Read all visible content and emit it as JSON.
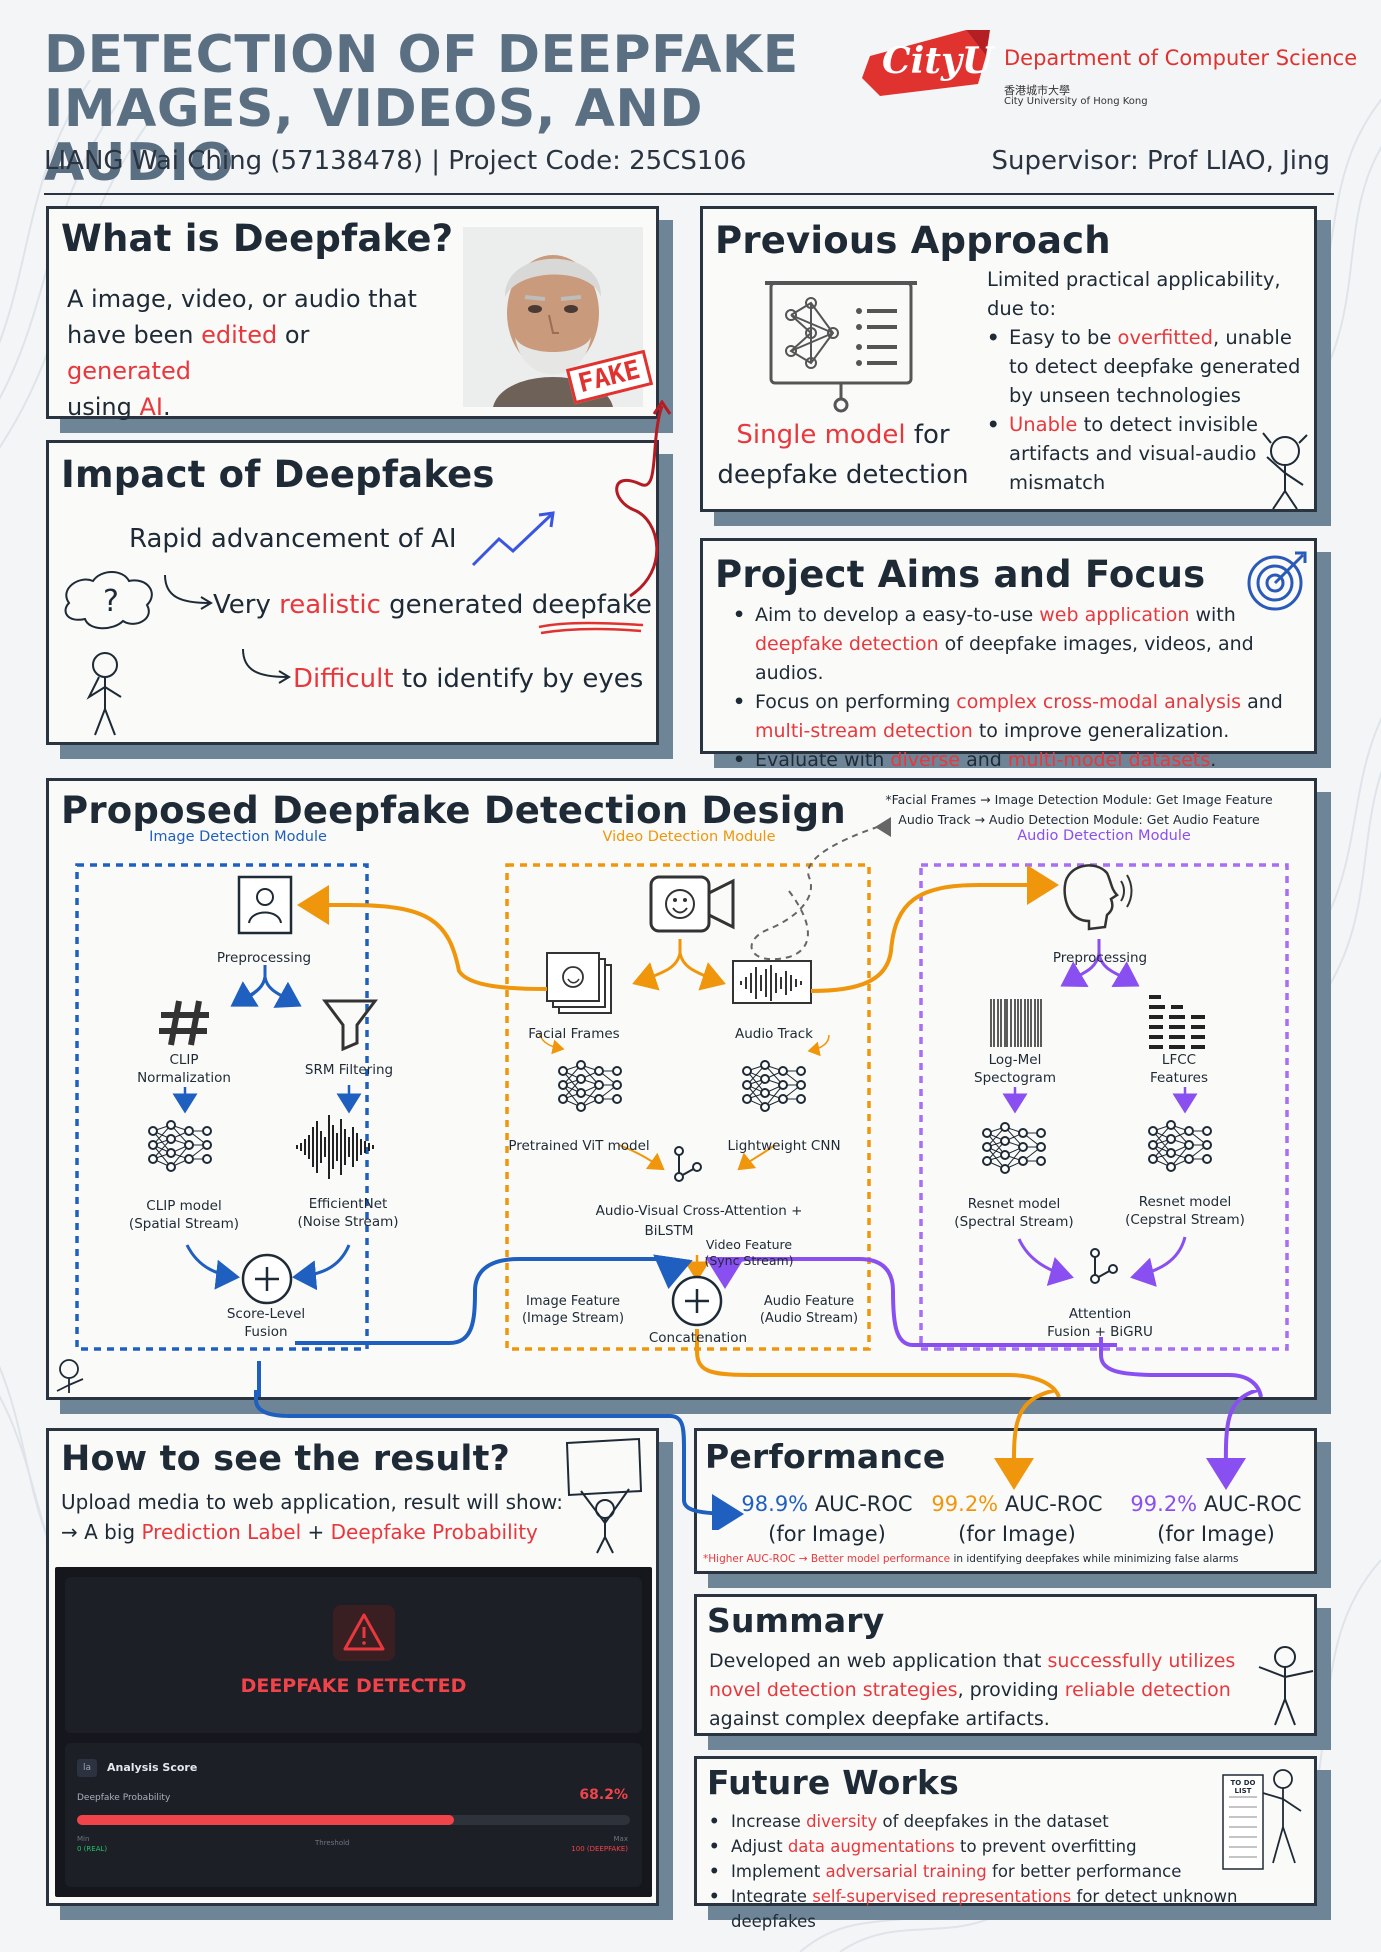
{
  "header": {
    "title_line1": "DETECTION OF DEEPFAKE",
    "title_line2": "IMAGES, VIDEOS, AND AUDIO",
    "author_line": "LIANG Wai Ching (57138478) | Project Code: 25CS106",
    "supervisor": "Supervisor: Prof LIAO, Jing",
    "logo_text": "CityU",
    "dept": "Department of Computer Science",
    "uni_cn": "香港城市大學",
    "uni_en": "City University of Hong Kong"
  },
  "what_is": {
    "title": "What is Deepfake?",
    "l1": "A image, video, or audio that",
    "l2a": "have been ",
    "l2b": "edited",
    "l2c": " or ",
    "l2d": "generated",
    "l3a": "using ",
    "l3b": "AI",
    "l3c": ".",
    "stamp": "FAKE"
  },
  "impact": {
    "title": "Impact of Deepfakes",
    "line1": "Rapid advancement of AI",
    "line2a": "Very ",
    "line2b": "realistic",
    "line2c": " generated ",
    "line2d": "deepfake",
    "line3a": "Difficult",
    "line3b": " to identify by eyes",
    "q": "?"
  },
  "previous": {
    "title": "Previous Approach",
    "cap1a": "Single model",
    "cap1b": " for",
    "cap2": "deepfake detection",
    "intro1": "Limited practical applicability,",
    "intro2": "due to:",
    "b1a": "Easy to be ",
    "b1b": "overfitted",
    "b1c": ", unable to detect deepfake generated by unseen technologies",
    "b2a": "Unable",
    "b2b": " to detect invisible artifacts and visual-audio mismatch"
  },
  "aims": {
    "title": "Project Aims and Focus",
    "b1a": "Aim to develop a easy-to-use ",
    "b1b": "web application",
    "b1c": " with ",
    "b1d": "deepfake detection",
    "b1e": " of deepfake images, videos, and audios.",
    "b2a": "Focus on performing ",
    "b2b": "complex cross-modal analysis",
    "b2c": " and ",
    "b2d": "multi-stream detection",
    "b2e": " to improve generalization.",
    "b3a": "Evaluate with ",
    "b3b": "diverse",
    "b3c": " and ",
    "b3d": "multi-model datasets",
    "b3e": "."
  },
  "design": {
    "title": "Proposed Deepfake Detection Design",
    "note1": "*Facial Frames → Image Detection Module: Get Image Feature",
    "note2": "Audio Track → Audio Detection Module: Get Audio Feature",
    "image_module": "Image Detection Module",
    "video_module": "Video Detection Module",
    "audio_module": "Audio Detection Module",
    "img_pre": "Preprocessing",
    "clip_norm1": "CLIP",
    "clip_norm2": "Normalization",
    "srm": "SRM Filtering",
    "clip_model1": "CLIP model",
    "clip_model2": "(Spatial Stream)",
    "effnet1": "EfficientNet",
    "effnet2": "(Noise Stream)",
    "score1": "Score-Level",
    "score2": "Fusion",
    "facial": "Facial Frames",
    "audio_track": "Audio Track",
    "vit": "Pretrained ViT model",
    "cnn": "Lightweight CNN",
    "avca1": "Audio-Visual Cross-Attention +",
    "avca2": "BiLSTM",
    "vidfeat1": "Video Feature",
    "vidfeat2": "(Sync Stream)",
    "imgfeat1": "Image Feature",
    "imgfeat2": "(Image Stream)",
    "audfeat1": "Audio Feature",
    "audfeat2": "(Audio Stream)",
    "concat": "Concatenation",
    "aud_pre": "Preprocessing",
    "logmel1": "Log-Mel",
    "logmel2": "Spectogram",
    "lfcc1": "LFCC",
    "lfcc2": "Features",
    "resnet_a1": "Resnet model",
    "resnet_a2": "(Spectral Stream)",
    "resnet_b1": "Resnet model",
    "resnet_b2": "(Cepstral Stream)",
    "attn1": "Attention",
    "attn2": "Fusion + BiGRU"
  },
  "result": {
    "title": "How to see the result?",
    "line1": "Upload media to web application, result will show:",
    "line2a": "→ A big ",
    "line2b": "Prediction Label",
    "line2c": " + ",
    "line2d": "Deepfake Probability",
    "detected": "DEEPFAKE DETECTED",
    "score_icon": "la",
    "analysis": "Analysis Score",
    "prob_label": "Deepfake Probability",
    "prob_value": "68.2%",
    "prob_fraction": 0.682,
    "min_lbl": "Min",
    "min_val": "0 (REAL)",
    "threshold": "Threshold",
    "max_lbl": "Max",
    "max_val": "100 (DEEPFAKE)"
  },
  "performance": {
    "title": "Performance",
    "items": [
      {
        "value": "98.9%",
        "metric": " AUC-ROC",
        "sub": "(for Image)"
      },
      {
        "value": "99.2%",
        "metric": " AUC-ROC",
        "sub": "(for Image)"
      },
      {
        "value": "99.2%",
        "metric": " AUC-ROC",
        "sub": "(for Image)"
      }
    ],
    "foot_a": "*Higher AUC-ROC → Better model performance",
    "foot_b": " in identifying deepfakes while minimizing false alarms"
  },
  "summary": {
    "title": "Summary",
    "a": "Developed an web application that ",
    "b": "successfully utilizes novel detection strategies",
    "c": ", providing ",
    "d": "reliable detection",
    "e": " against complex deepfake artifacts."
  },
  "future": {
    "title": "Future Works",
    "items": [
      {
        "a": "Increase ",
        "b": "diversity",
        "c": " of deepfakes in the dataset"
      },
      {
        "a": "Adjust ",
        "b": "data augmentations",
        "c": " to prevent overfitting"
      },
      {
        "a": "Implement ",
        "b": "adversarial training",
        "c": " for better performance"
      },
      {
        "a": "Integrate ",
        "b": "self-supervised representations",
        "c": " for detect unknown deepfakes"
      }
    ],
    "todo": "TO DO LIST"
  },
  "colors": {
    "accent_red": "#e8383d",
    "image_blue": "#1f5fbf",
    "video_orange": "#f0960c",
    "audio_purple": "#8a4ff0",
    "title_slate": "#5b6f82"
  }
}
